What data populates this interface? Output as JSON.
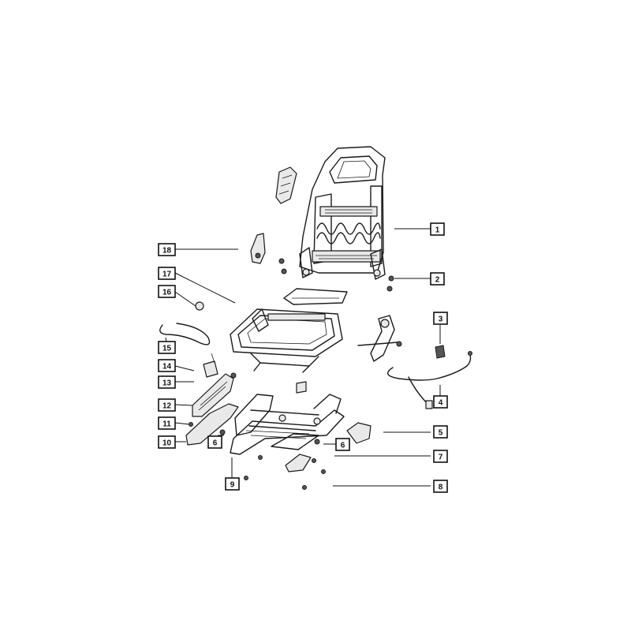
{
  "diagram": {
    "callouts": [
      {
        "id": "1",
        "label": "1"
      },
      {
        "id": "2",
        "label": "2"
      },
      {
        "id": "3",
        "label": "3"
      },
      {
        "id": "4",
        "label": "4"
      },
      {
        "id": "5",
        "label": "5"
      },
      {
        "id": "6a",
        "label": "6"
      },
      {
        "id": "6b",
        "label": "6"
      },
      {
        "id": "7",
        "label": "7"
      },
      {
        "id": "8",
        "label": "8"
      },
      {
        "id": "9",
        "label": "9"
      },
      {
        "id": "10",
        "label": "10"
      },
      {
        "id": "11",
        "label": "11"
      },
      {
        "id": "12",
        "label": "12"
      },
      {
        "id": "13",
        "label": "13"
      },
      {
        "id": "14",
        "label": "14"
      },
      {
        "id": "15",
        "label": "15"
      },
      {
        "id": "16",
        "label": "16"
      },
      {
        "id": "17",
        "label": "17"
      },
      {
        "id": "18",
        "label": "18"
      }
    ]
  }
}
